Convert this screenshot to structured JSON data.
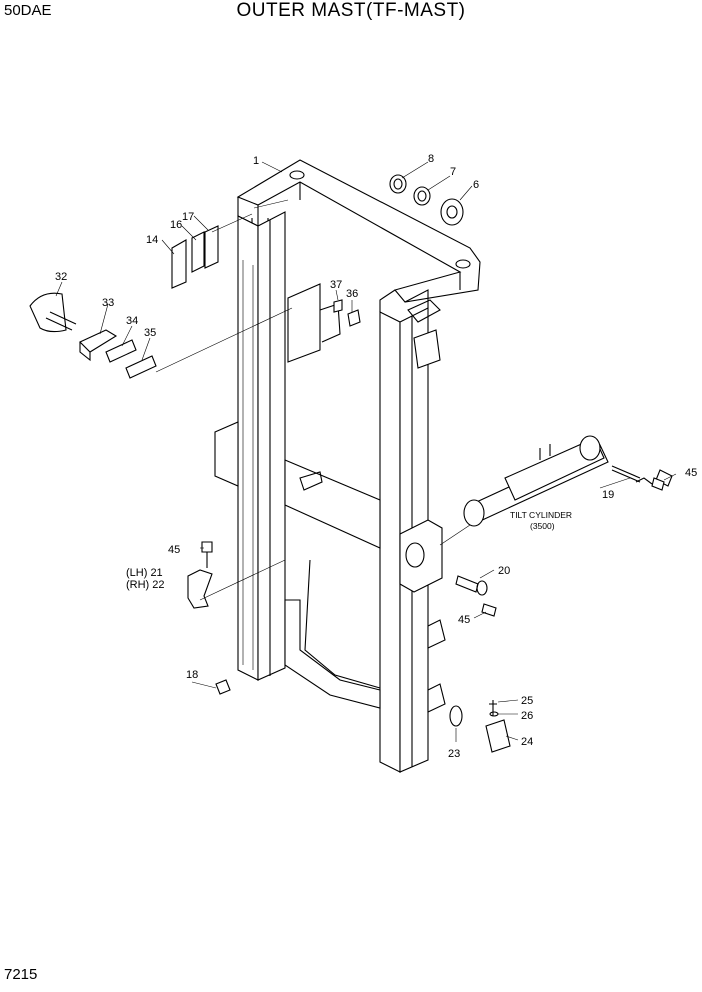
{
  "header": {
    "model": "50DAE",
    "title": "OUTER MAST(TF-MAST)"
  },
  "footer": {
    "page": "7215"
  },
  "callouts": {
    "p1": "1",
    "p6": "6",
    "p7": "7",
    "p8": "8",
    "p14": "14",
    "p16": "16",
    "p17": "17",
    "p18": "18",
    "p19": "19",
    "p20": "20",
    "p21": "(LH) 21",
    "p22": "(RH) 22",
    "p23": "23",
    "p24": "24",
    "p25": "25",
    "p26": "26",
    "p32": "32",
    "p33": "33",
    "p34": "34",
    "p35": "35",
    "p36": "36",
    "p37": "37",
    "p45a": "45",
    "p45b": "45",
    "p45c": "45"
  },
  "notes": {
    "tilt_cylinder": "TILT CYLINDER",
    "tilt_cylinder_spec": "(3500)"
  }
}
